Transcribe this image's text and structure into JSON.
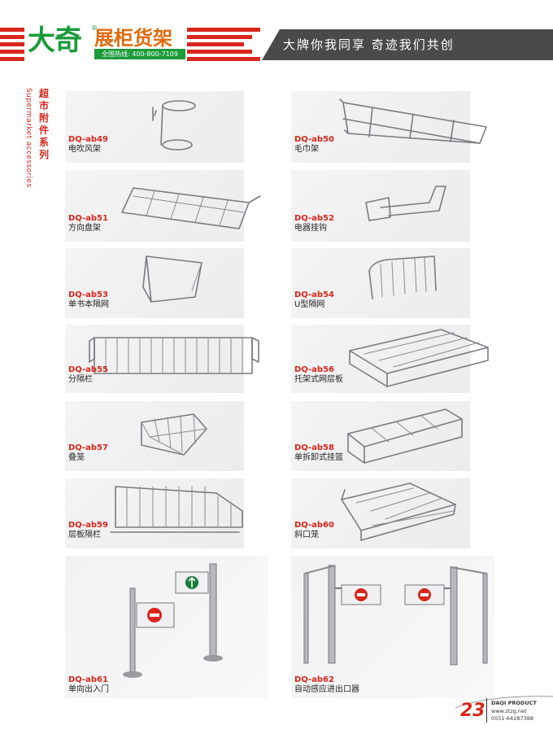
{
  "header": {
    "logo_main": "大奇",
    "logo_sub": "展柜货架",
    "logo_reg": "®",
    "hotline": "全国热线: 400-800-7109",
    "slogan": "大牌你我同享  奇迹我们共创"
  },
  "side": {
    "title_cn": "超市附件系列",
    "title_en": "Supermarket accessories"
  },
  "products": [
    {
      "code": "DQ-ab49",
      "name": "电吹风架"
    },
    {
      "code": "DQ-ab50",
      "name": "毛巾架"
    },
    {
      "code": "DQ-ab51",
      "name": "方向盘架"
    },
    {
      "code": "DQ-ab52",
      "name": "电器挂钩"
    },
    {
      "code": "DQ-ab53",
      "name": "单书本隔网"
    },
    {
      "code": "DQ-ab54",
      "name": "U型隔网"
    },
    {
      "code": "DQ-ab55",
      "name": "分隔栏"
    },
    {
      "code": "DQ-ab56",
      "name": "托架式网层板"
    },
    {
      "code": "DQ-ab57",
      "name": "叠笼"
    },
    {
      "code": "DQ-ab58",
      "name": "单拆卸式挂篮"
    },
    {
      "code": "DQ-ab59",
      "name": "层板隔栏"
    },
    {
      "code": "DQ-ab60",
      "name": "斜口笼"
    },
    {
      "code": "DQ-ab61",
      "name": "单向出入门"
    },
    {
      "code": "DQ-ab62",
      "name": "自动感应进出口器"
    }
  ],
  "footer": {
    "page_number": "23",
    "brand": "DAQI PRODUCT",
    "website": "www.ztzg.net",
    "phone": "0551-64287388"
  },
  "colors": {
    "brand_red": "#d9261c",
    "brand_green": "#1a9a3a",
    "brand_orange": "#e36a0c",
    "band_gray": "#4a4a4a"
  }
}
